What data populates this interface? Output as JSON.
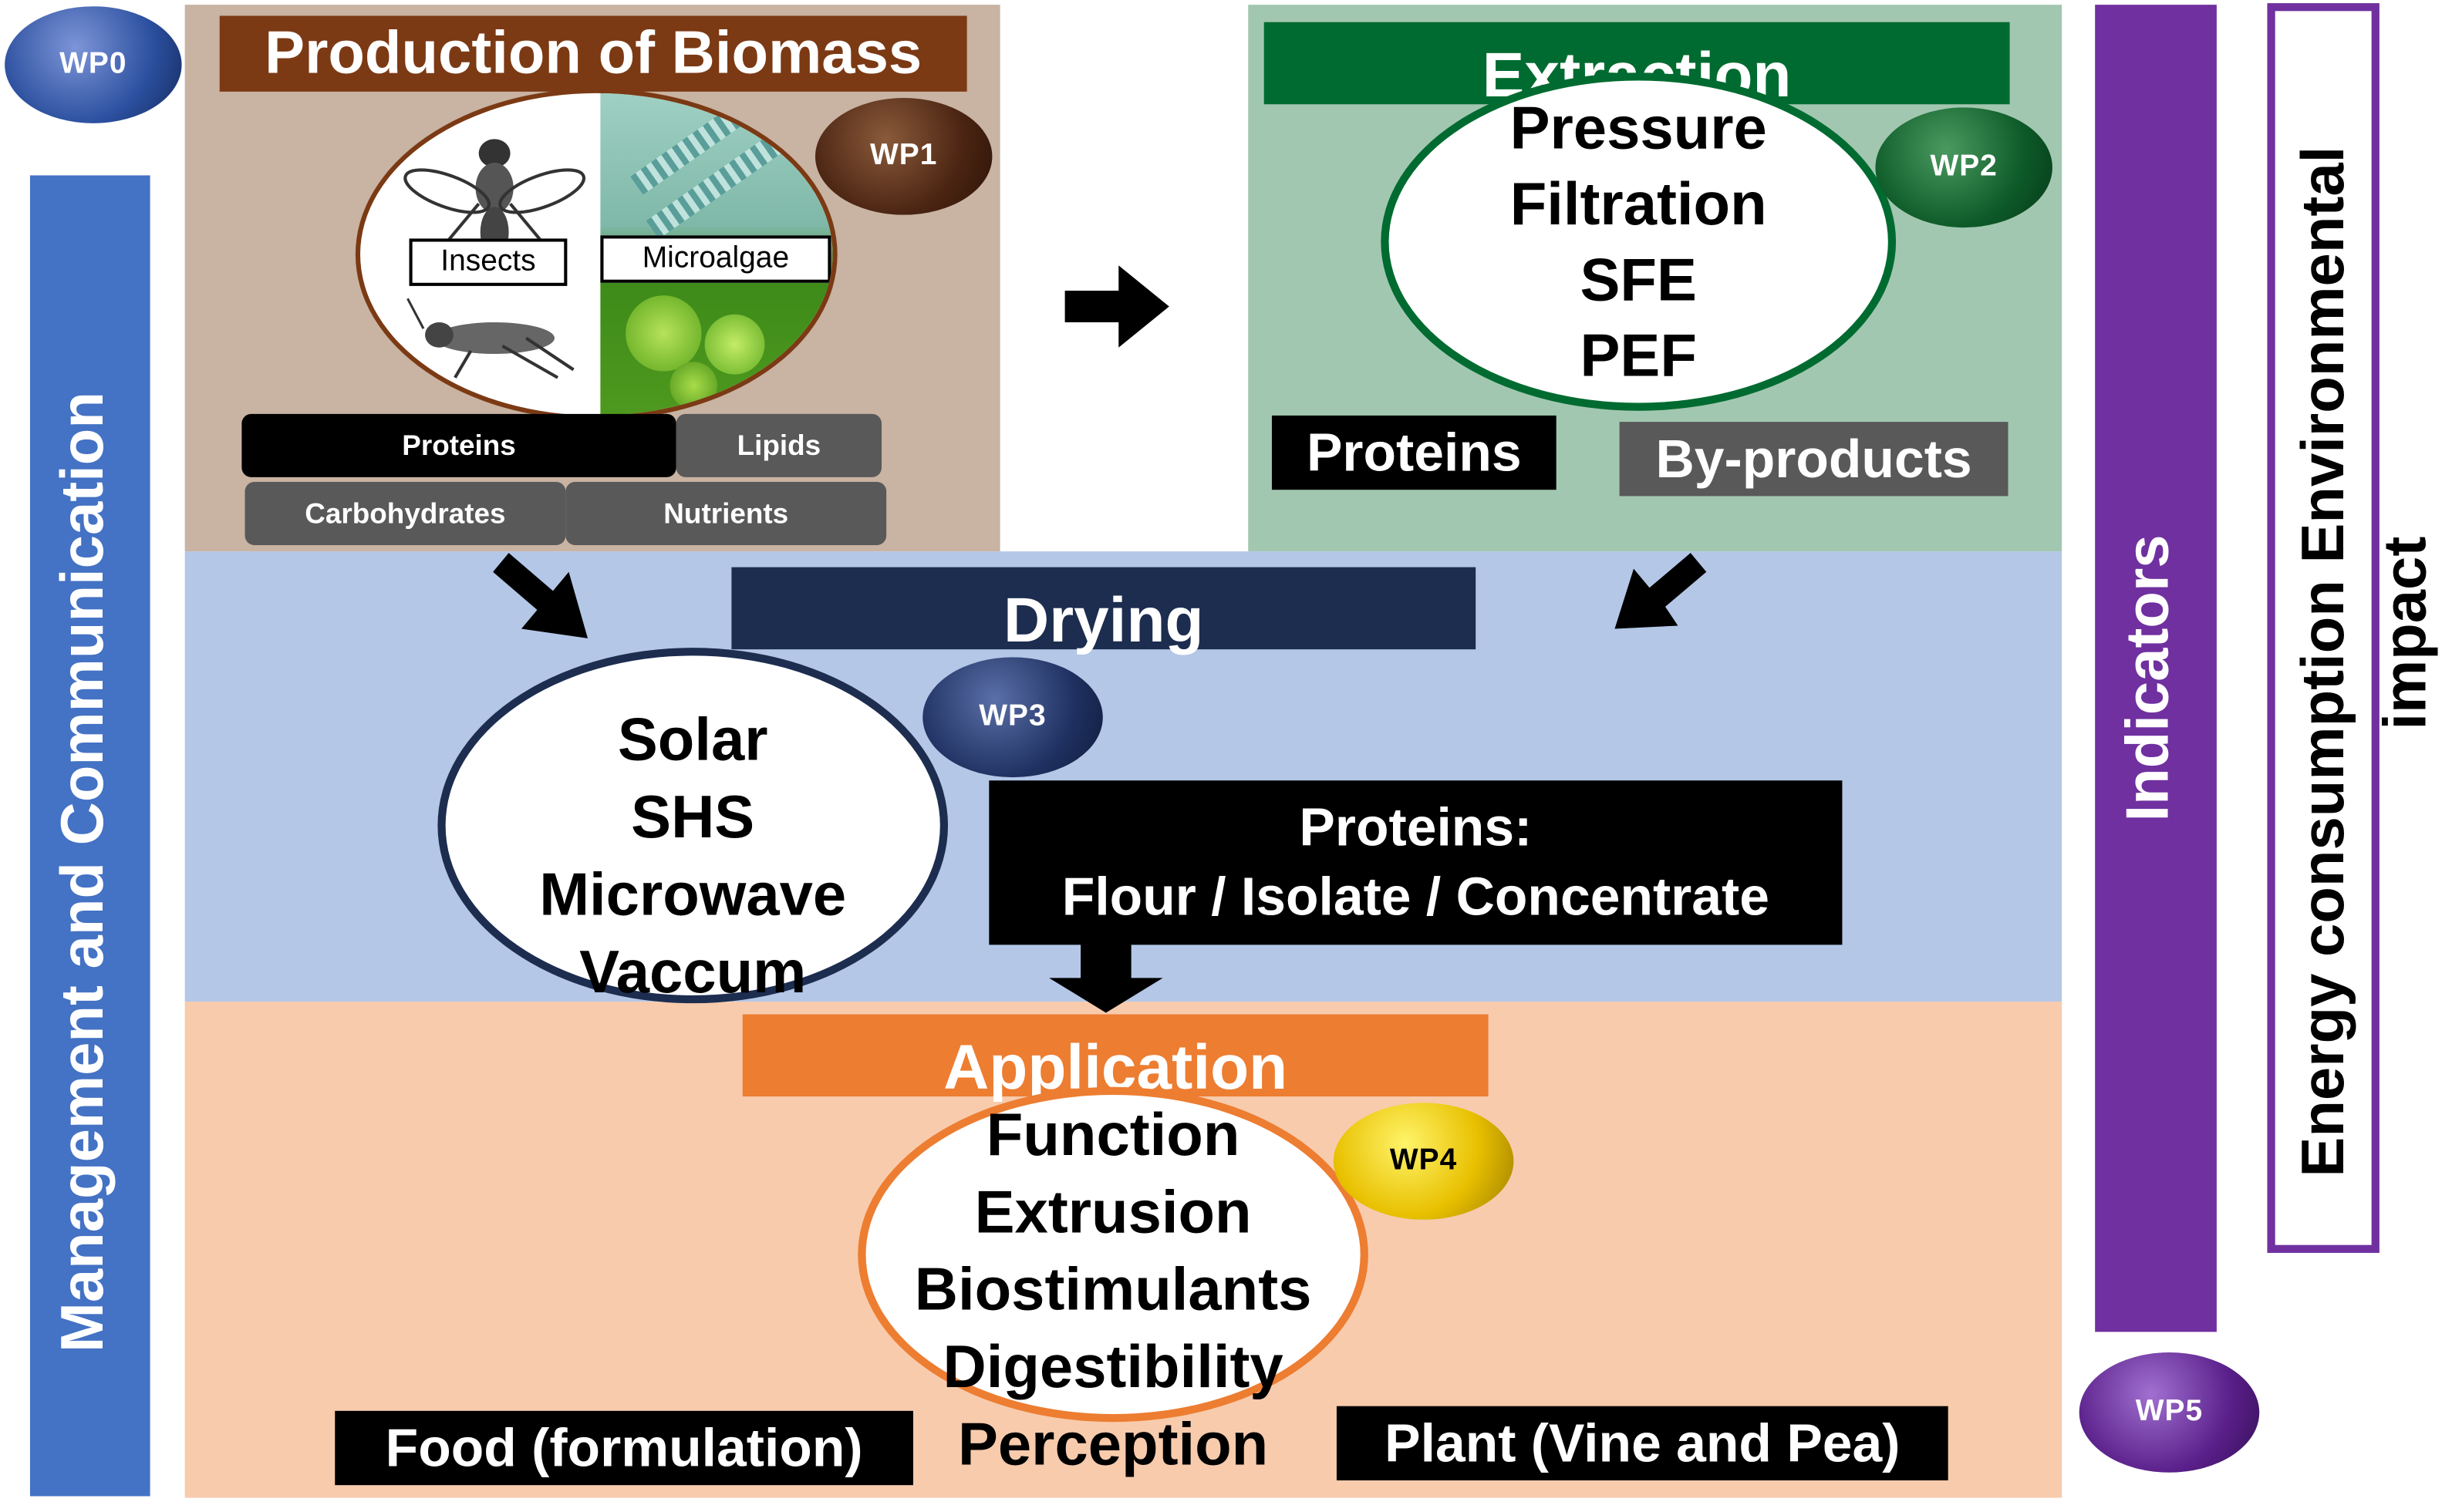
{
  "wp0": {
    "label": "WP0"
  },
  "management": {
    "label": "Management and Communication",
    "color": "#4472c4"
  },
  "production": {
    "title": "Production of Biomass",
    "wp": "WP1",
    "organisms": [
      "Insects",
      "Microalgae"
    ],
    "components": [
      "Proteins",
      "Lipids",
      "Carbohydrates",
      "Nutrients"
    ],
    "bg_color": "#c9b3a2",
    "title_color": "#7b3a14"
  },
  "extraction": {
    "title": "Extraction",
    "wp": "WP2",
    "methods": [
      "Pressure",
      "Filtration",
      "SFE",
      "PEF"
    ],
    "outputs": [
      "Proteins",
      "By-products"
    ],
    "bg_color": "#a2c7b0",
    "title_color": "#006b30"
  },
  "drying": {
    "title": "Drying",
    "wp": "WP3",
    "methods": [
      "Solar",
      "SHS",
      "Microwave",
      "Vaccum"
    ],
    "output_title": "Proteins:",
    "output_detail": "Flour / Isolate / Concentrate",
    "bg_color": "#b4c7e7",
    "title_color": "#1d2d50"
  },
  "application": {
    "title": "Application",
    "wp": "WP4",
    "items": [
      "Function",
      "Extrusion",
      "Biostimulants",
      "Digestibility",
      "Perception"
    ],
    "targets": [
      "Food (formulation)",
      "Plant (Vine and Pea)"
    ],
    "bg_color": "#f8cbad",
    "title_color": "#ed7d31"
  },
  "indicators": {
    "label": "Indicators",
    "wp": "WP5",
    "metrics_line1": "Energy consumption Environmental",
    "metrics_line2": "impact",
    "color": "#7030a0"
  }
}
